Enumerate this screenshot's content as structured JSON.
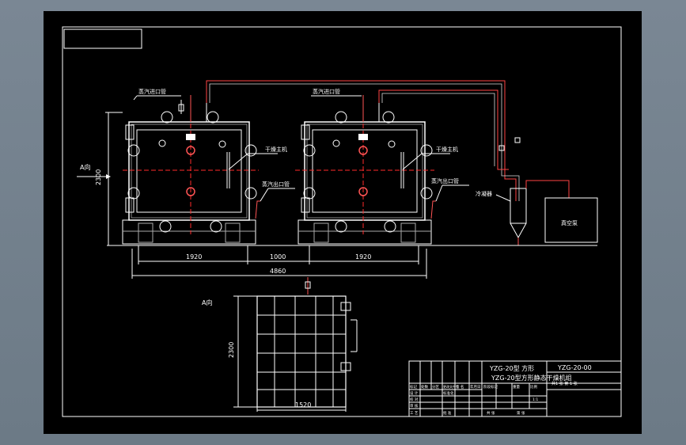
{
  "drawing": {
    "labels": {
      "steam_inlet_left": "蒸汽进口管",
      "steam_inlet_right": "蒸汽进口管",
      "dryer_left": "干燥主机",
      "dryer_right": "干燥主机",
      "steam_outlet_left": "蒸汽出口管",
      "steam_outlet_right": "蒸汽出口管",
      "condenser": "冷凝器",
      "vacuum_pump": "真空泵",
      "view_a_arrow": "A向",
      "view_a_title": "A向"
    },
    "dimensions": {
      "height_main": "2300",
      "width_left": "1920",
      "gap": "1000",
      "width_right": "1920",
      "total": "4860",
      "side_height": "2300",
      "side_width": "1520"
    }
  },
  "title_block": {
    "title_line1": "YZG-20型 方形",
    "title_line2": "YZG-20型方形静态干燥机组",
    "drawing_no": "YZG-20-00",
    "sub_caption": "共1 张 第 1 张",
    "rows": [
      [
        "标记",
        "处数",
        "分区",
        "更改文件号",
        "签 名",
        "年月日"
      ],
      [
        "设 计",
        "",
        "",
        "标准化",
        "",
        ""
      ],
      [
        "校 对",
        "",
        "",
        "",
        "",
        ""
      ],
      [
        "审 核",
        "",
        "",
        "",
        "",
        ""
      ],
      [
        "工 艺",
        "",
        "",
        "批 准",
        "",
        ""
      ]
    ],
    "stage_label": "阶段标记",
    "weight_label": "重量",
    "scale_label": "比例",
    "scale_value": "1:1",
    "sheet_label": "共 张",
    "sheet_label2": "第 张"
  }
}
